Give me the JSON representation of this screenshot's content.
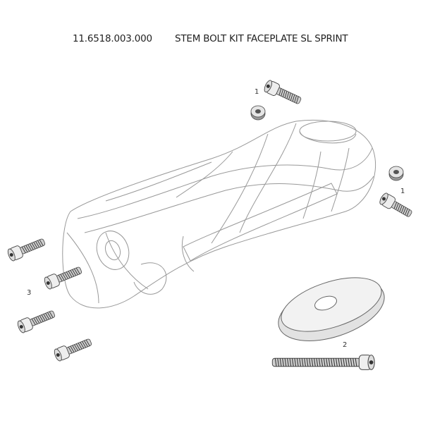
{
  "header": {
    "part_number": "11.6518.003.000",
    "part_name": "STEM BOLT KIT FACEPLATE SL SPRINT"
  },
  "callouts": {
    "top_bolt": "1",
    "right_bolt": "1",
    "cap_bolt": "2",
    "faceplate_bolts": "3"
  },
  "colors": {
    "line": "#888888",
    "part_fill": "#e6e6e6",
    "part_dark": "#555555"
  }
}
